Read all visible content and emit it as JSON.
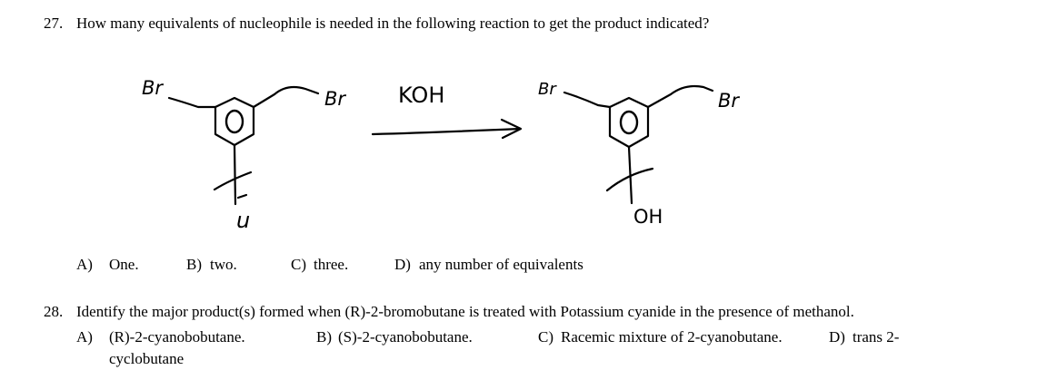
{
  "q27": {
    "number": "27.",
    "text": "How many equivalents of nucleophile is needed in the following reaction to get the product indicated?",
    "scheme": {
      "reactant": {
        "top_left_label": "Br",
        "ring_label": "O",
        "right_label": "Br",
        "bottom_label": "u"
      },
      "reagent": "KOH",
      "product": {
        "top_left_label": "Br",
        "ring_label": "O",
        "right_label": "Br",
        "bottom_label": "OH"
      }
    },
    "options": [
      {
        "letter": "A)",
        "text": "One."
      },
      {
        "letter": "B)",
        "text": "two."
      },
      {
        "letter": "C)",
        "text": "three."
      },
      {
        "letter": "D)",
        "text": "any number of equivalents"
      }
    ]
  },
  "q28": {
    "number": "28.",
    "text": "Identify the major product(s) formed when (R)-2-bromobutane is treated with Potassium cyanide in the presence of methanol.",
    "options_line": [
      {
        "letter": "A)",
        "text": "(R)-2-cyanobobutane."
      },
      {
        "letter": "B)",
        "text": "(S)-2-cyanobobutane."
      },
      {
        "letter": "C)",
        "text": "Racemic mixture of 2-cyanobutane."
      },
      {
        "letter": "D)",
        "text": "trans 2-"
      }
    ],
    "continuation": "cyclobutane"
  }
}
